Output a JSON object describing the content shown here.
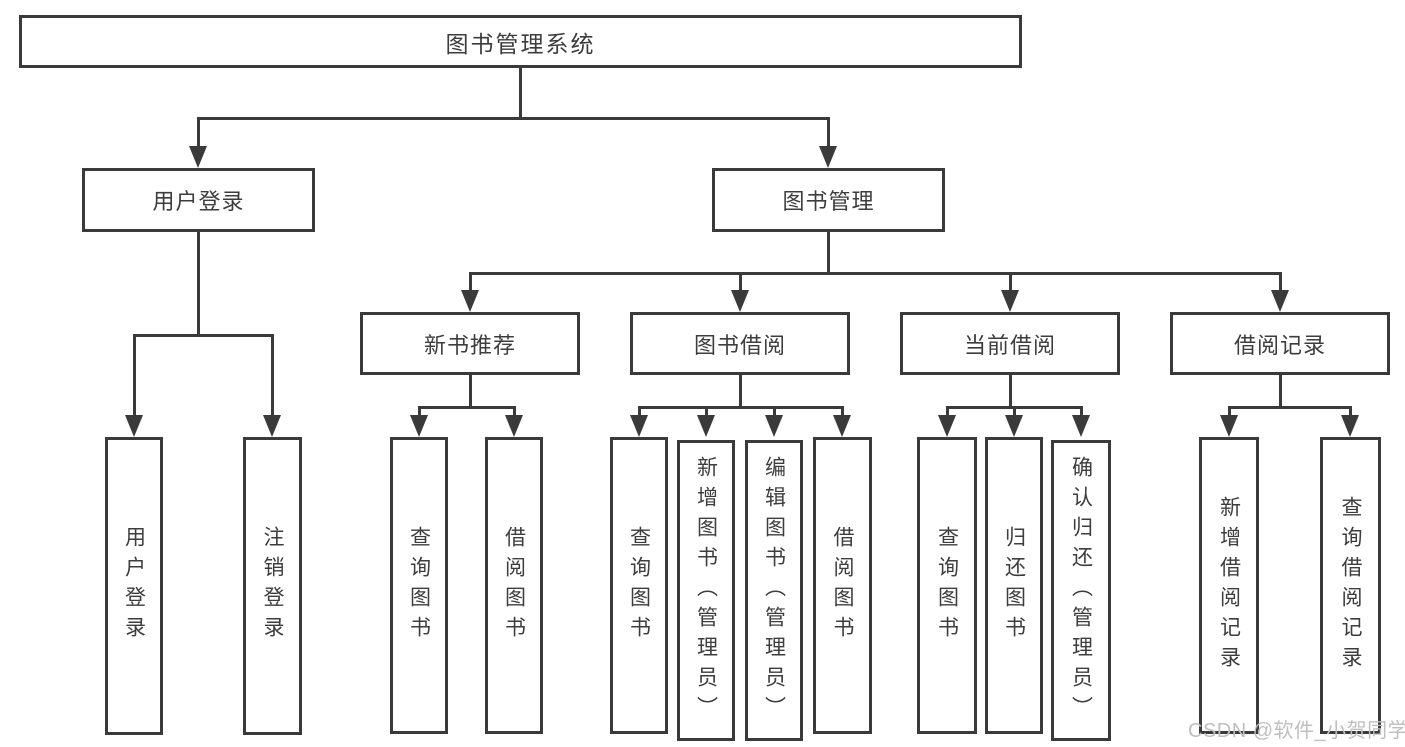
{
  "tree": {
    "root": {
      "label": "图书管理系统",
      "children": [
        {
          "label": "用户登录",
          "children": [
            {
              "label": "用户登录"
            },
            {
              "label": "注销登录"
            }
          ]
        },
        {
          "label": "图书管理",
          "children": [
            {
              "label": "新书推荐",
              "children": [
                {
                  "label": "查询图书"
                },
                {
                  "label": "借阅图书"
                }
              ]
            },
            {
              "label": "图书借阅",
              "children": [
                {
                  "label": "查询图书"
                },
                {
                  "label": "新增图书（管理员）"
                },
                {
                  "label": "编辑图书（管理员）"
                },
                {
                  "label": "借阅图书"
                }
              ]
            },
            {
              "label": "当前借阅",
              "children": [
                {
                  "label": "查询图书"
                },
                {
                  "label": "归还图书"
                },
                {
                  "label": "确认归还（管理员）"
                }
              ]
            },
            {
              "label": "借阅记录",
              "children": [
                {
                  "label": "新增借阅记录"
                },
                {
                  "label": "查询借阅记录"
                }
              ]
            }
          ]
        }
      ]
    }
  },
  "watermark": {
    "text": "CSDN @软件_小贺同学"
  },
  "colors": {
    "line": "#3a3a3a",
    "text": "#3d3d3d",
    "watermark": "#bfbfbf",
    "background": "#ffffff"
  }
}
